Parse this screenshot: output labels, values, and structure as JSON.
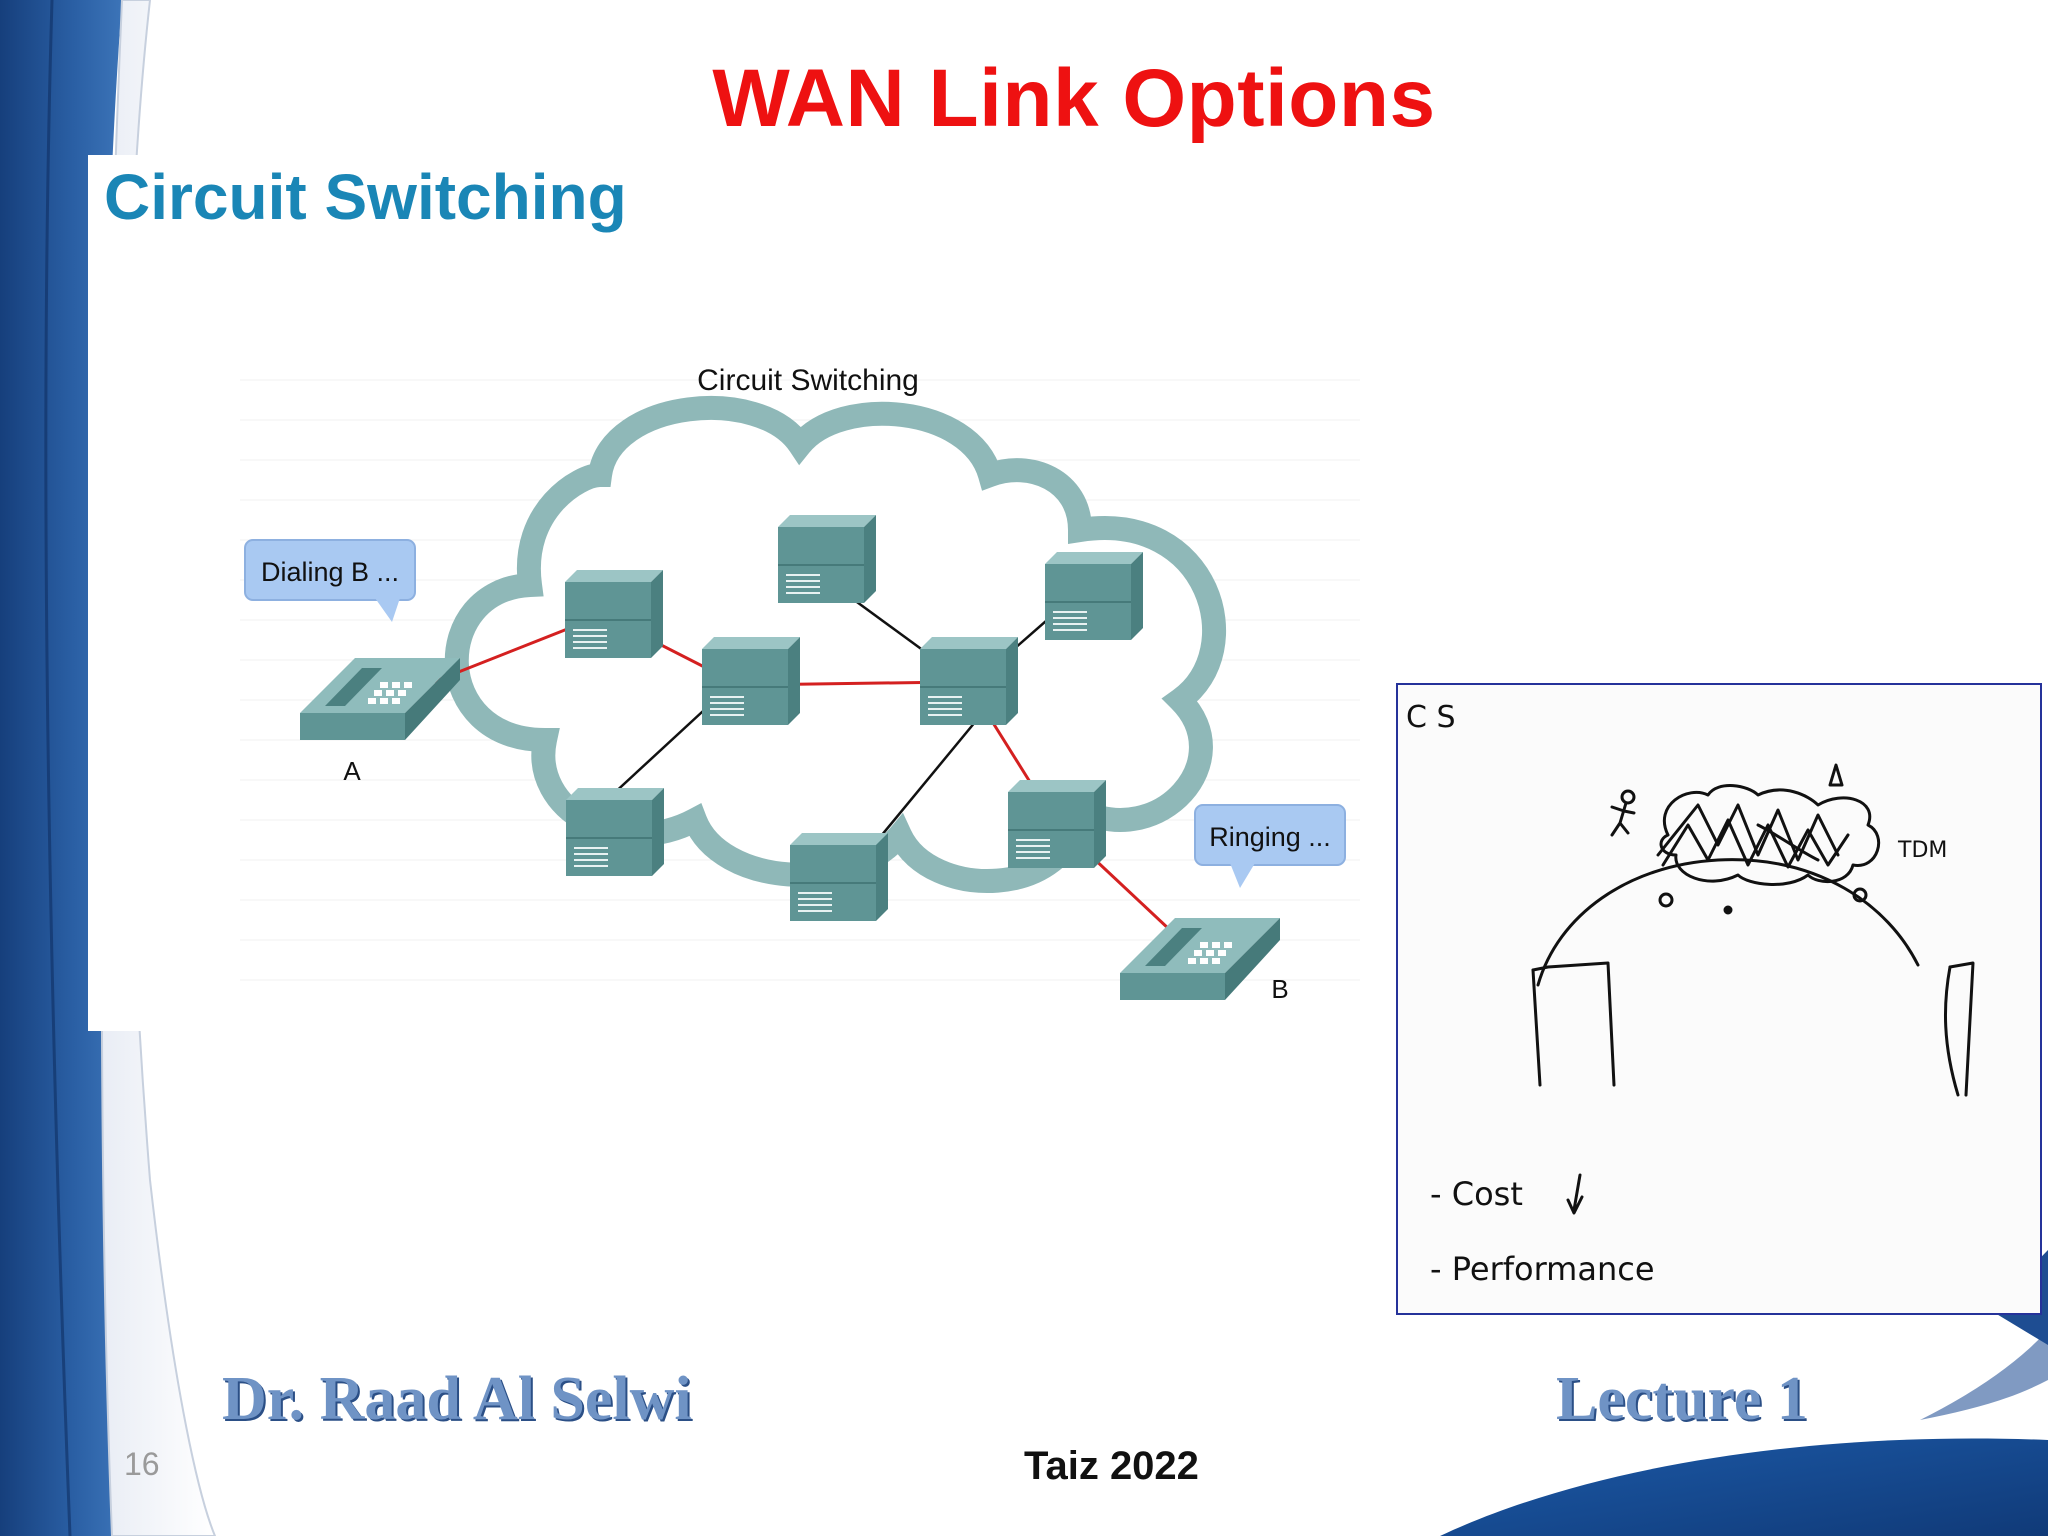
{
  "slide": {
    "title": "WAN Link Options",
    "page_number": "16"
  },
  "figure": {
    "heading": "Circuit Switching",
    "diagram_title": "Circuit Switching",
    "callout_a": "Dialing B ...",
    "callout_b": "Ringing ...",
    "phone_a_label": "A",
    "phone_b_label": "B"
  },
  "notes": {
    "heading": "C S",
    "tdm_label": "TDM",
    "bullet_1": "- Cost",
    "bullet_2": "- Performance"
  },
  "footer": {
    "author": "Dr. Raad Al Selwi",
    "lecture": "Lecture 1",
    "place_year": "Taiz 2022"
  },
  "colors": {
    "title": "#ee1111",
    "heading": "#1a86b6",
    "footer_text": "#6f93c5",
    "circuit_link": "#d42020",
    "other_link": "#111111",
    "device": "#5f9595",
    "cloud": "#8fb8b8",
    "callout": "#a9c9f2",
    "notes_border": "#25329a",
    "background_blue": "#1d4f94"
  }
}
